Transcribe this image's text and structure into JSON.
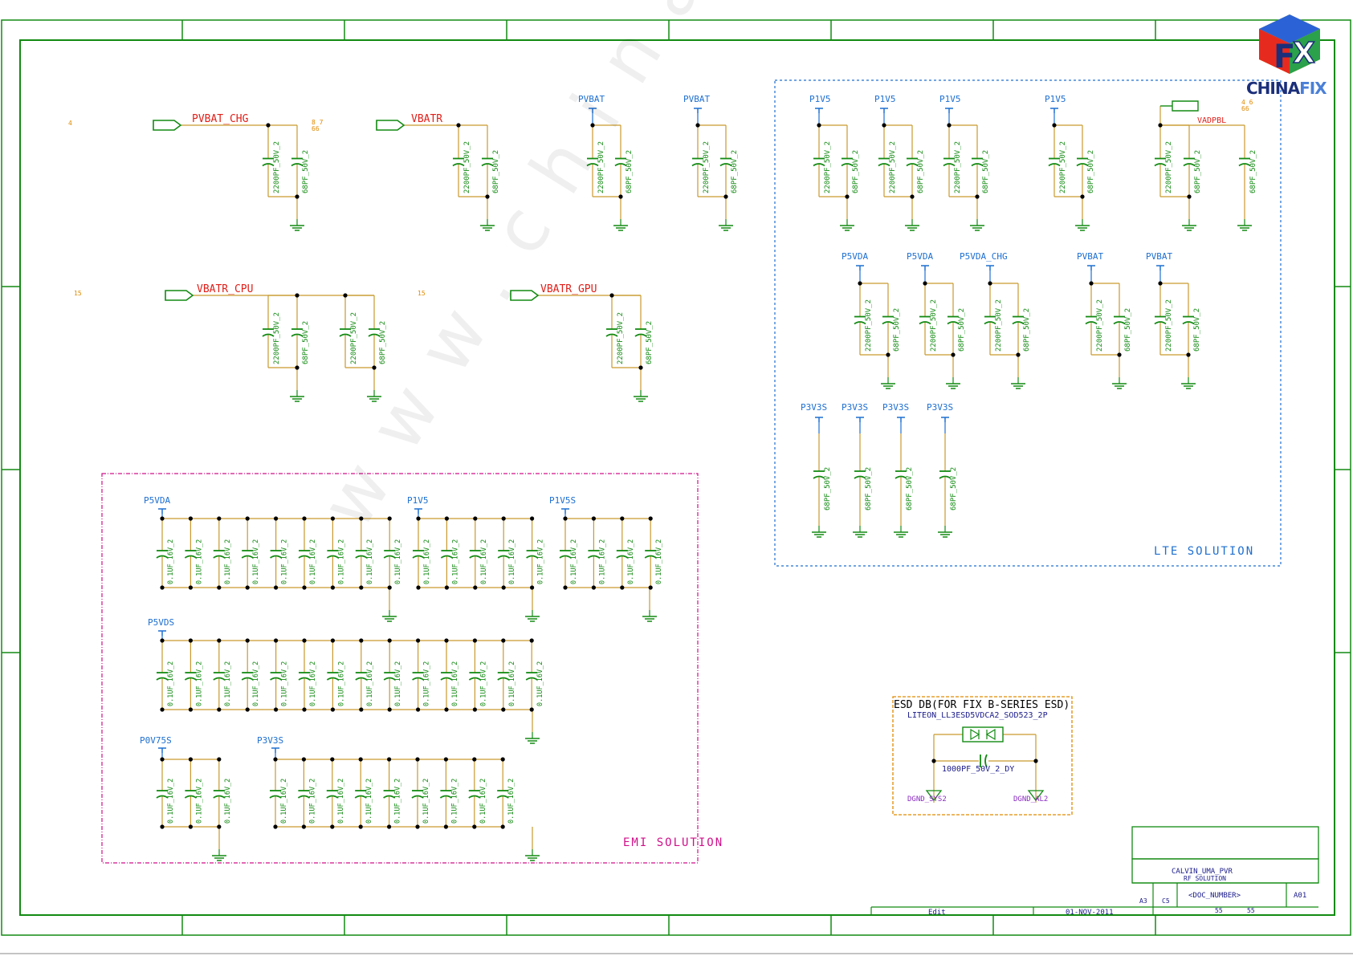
{
  "colors": {
    "border": "#128a12",
    "wire": "#c99a2e",
    "part": "#128a12",
    "net_label": "#e0201a",
    "power": "#1e6fd0",
    "emi_box": "#d0108a",
    "esd_box": "#e08a00",
    "lte_box": "#1e6fd0"
  },
  "offpage": [
    {
      "id": "pvbat_chg",
      "name": "PVBAT_CHG",
      "refs": "8 7\n66",
      "page": "4"
    },
    {
      "id": "vbatr",
      "name": "VBATR",
      "refs": "",
      "page": ""
    },
    {
      "id": "vbatr_cpu",
      "name": "VBATR_CPU",
      "refs": "",
      "page": "15"
    },
    {
      "id": "vbatr_gpu",
      "name": "VBATR_GPU",
      "refs": "",
      "page": "15"
    },
    {
      "id": "vadpbl",
      "name": "VADPBL",
      "refs": "4 6\n66",
      "page": ""
    }
  ],
  "power_rails": {
    "top": [
      "PVBAT",
      "PVBAT"
    ],
    "lte_row1": [
      "P1V5",
      "P1V5",
      "P1V5",
      "P1V5"
    ],
    "lte_row2": [
      "P5VDA",
      "P5VDA",
      "P5VDA_CHG",
      "PVBAT",
      "PVBAT"
    ],
    "lte_row3": [
      "P3V3S",
      "P3V3S",
      "P3V3S",
      "P3V3S"
    ],
    "emi": [
      "P5VDA",
      "P1V5",
      "P1V5S",
      "P5VDS",
      "P0V75S",
      "P3V3S"
    ]
  },
  "parts": {
    "cap_2200": "2200PF_50V_2",
    "cap_68": "68PF_50V_2",
    "cap_01": "0.1UF_16V_2",
    "cap_1000": "1000PF_50V_2_DY"
  },
  "groups": {
    "lte": "LTE SOLUTION",
    "emi": "EMI SOLUTION"
  },
  "esd": {
    "title": "ESD DB(FOR FIX B-SERIES ESD)",
    "part": "LITEON_LL3ESD5VDCA2_SOD523_2P",
    "net_left": "DGND_SYS2",
    "net_right": "DGND_AL2"
  },
  "title_block": {
    "project": "CALVIN_UMA_PVR",
    "subtitle": "RF SOLUTION",
    "size": "A3",
    "code": "C5",
    "doc": "<DOC_NUMBER>",
    "rev": "A01",
    "edit": "Edit",
    "date": "01-NOV-2011",
    "sheet": "55",
    "of": "55"
  },
  "logo": {
    "text_a": "CHINA",
    "text_b": "FIX"
  },
  "watermark": "www.chinafix.com"
}
